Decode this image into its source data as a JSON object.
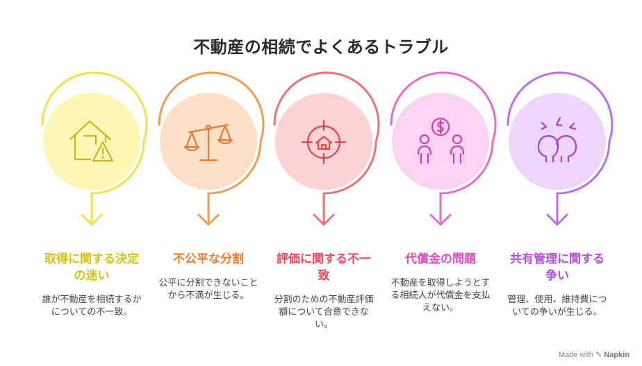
{
  "title": "不動産の相続でよくあるトラブル",
  "items": [
    {
      "heading": "取得に関する決定の迷い",
      "description": "誰が不動産を相続するかについての不一致。",
      "icon": "house-warning-icon",
      "color": "#d6c21a"
    },
    {
      "heading": "不公平な分割",
      "description": "公平に分割できないことから不満が生じる。",
      "icon": "balance-scale-icon",
      "color": "#f07d2e"
    },
    {
      "heading": "評価に関する不一致",
      "description": "分割のための不動産評価額について合意できない。",
      "icon": "house-target-icon",
      "color": "#e94c5f"
    },
    {
      "heading": "代償金の問題",
      "description": "不動産を取得しようとする相続人が代償金を支払えない。",
      "icon": "people-money-icon",
      "color": "#d94fc0"
    },
    {
      "heading": "共有管理に関する争い",
      "description": "管理、使用、維持費についての争いが生じる。",
      "icon": "people-conflict-icon",
      "color": "#b24fdd"
    }
  ],
  "footer": {
    "made_with": "Made with",
    "brand": "Napkin"
  }
}
